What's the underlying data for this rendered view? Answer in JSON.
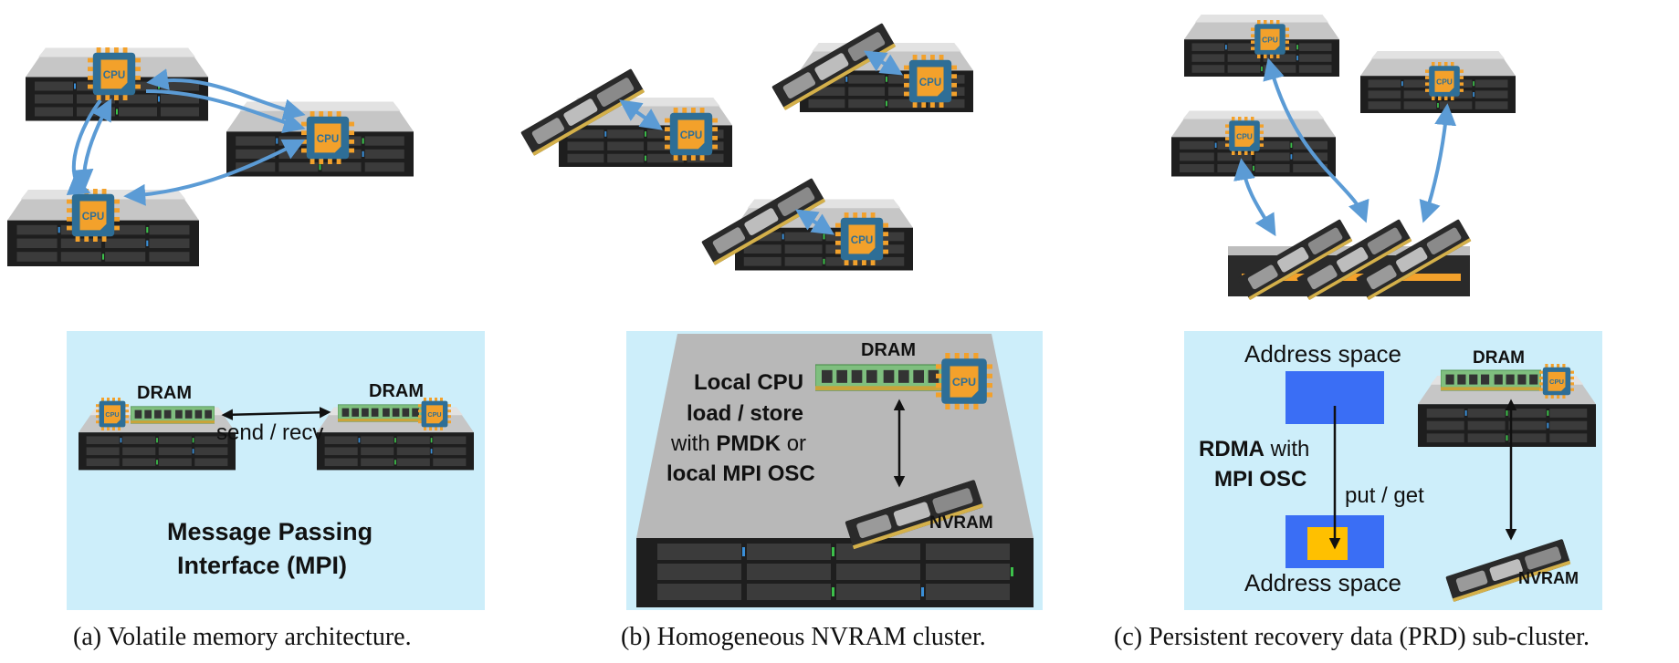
{
  "colors": {
    "panel_bg": "#cdeefa",
    "arrow": "#5b9bd5",
    "cpu_orange": "#f3a12b",
    "cpu_blue": "#2e6e96",
    "dram_green": "#7fbf7f",
    "nvram_dark": "#2b2b2b",
    "addr_blue": "#3a6ef5",
    "addr_yellow": "#ffc000",
    "server_top": "#c4c4c4",
    "server_front": "#1f1f1f"
  },
  "icons": [
    "cpu-chip-icon",
    "dram-module-icon",
    "nvram-module-icon",
    "server-chassis-icon"
  ],
  "cpu_label": "CPU",
  "panel_a": {
    "dram_left": "DRAM",
    "dram_right": "DRAM",
    "send_recv": "send / recv",
    "title_line1": "Message Passing",
    "title_line2": "Interface (MPI)",
    "caption": "(a) Volatile memory architecture."
  },
  "panel_b": {
    "dram": "DRAM",
    "nvram": "NVRAM",
    "line1": "Local CPU",
    "line2": "load / store",
    "line3_pre": "with ",
    "line3_bold": "PMDK",
    "line3_post": " or",
    "line4": "local MPI OSC",
    "caption": "(b) Homogeneous NVRAM cluster."
  },
  "panel_c": {
    "addr_top": "Address space",
    "addr_bottom": "Address space",
    "rdma_bold": "RDMA",
    "rdma_post": " with",
    "mpi_osc": "MPI OSC",
    "put_get": "put / get",
    "dram": "DRAM",
    "nvram": "NVRAM",
    "caption": "(c) Persistent recovery data (PRD) sub-cluster."
  }
}
